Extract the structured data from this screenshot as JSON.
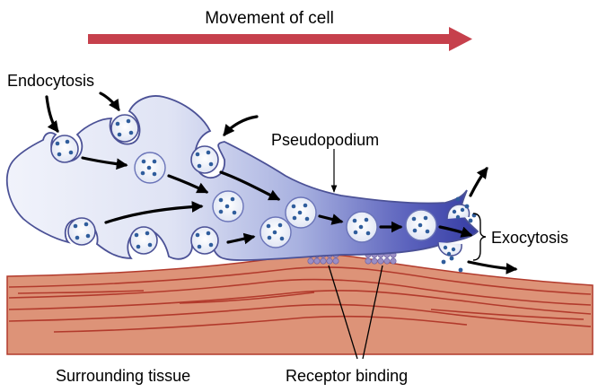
{
  "labels": {
    "movement": "Movement of cell",
    "endocytosis": "Endocytosis",
    "pseudopodium": "Pseudopodium",
    "exocytosis": "Exocytosis",
    "surrounding_tissue": "Surrounding tissue",
    "receptor_binding": "Receptor binding"
  },
  "colors": {
    "movement_arrow": "#c6404c",
    "cell_light": "#eef1fa",
    "cell_mid": "#b9c2e4",
    "cell_dark": "#3a42a8",
    "cell_outline": "#4b5196",
    "vesicle_fill": "#f4f6fc",
    "vesicle_dot": "#2f5d9c",
    "tissue_fill": "#dd9378",
    "tissue_line": "#b23a2c",
    "receptor": "#9a8ec4",
    "arrow": "#000000"
  }
}
